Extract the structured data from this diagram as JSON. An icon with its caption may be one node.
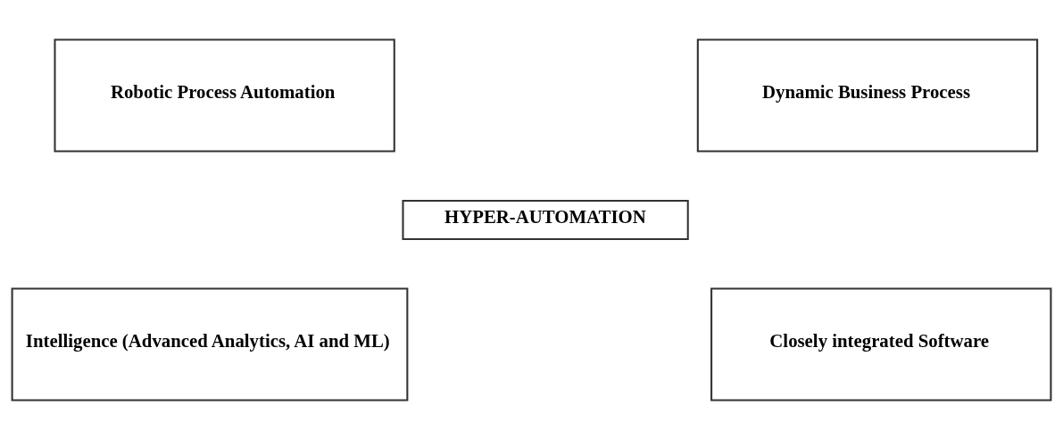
{
  "diagram": {
    "nodes": [
      {
        "text": [
          "Robotic Process Automation"
        ]
      },
      {
        "text": [
          "Dynamic Business Process"
        ]
      },
      {
        "text": [
          "HYPER-AUTOMATION"
        ]
      },
      {
        "text": [
          "Intelligence (Advanced Analytics, AI and ML)"
        ]
      },
      {
        "text": [
          "Closely integrated Software"
        ]
      }
    ],
    "edges": []
  }
}
